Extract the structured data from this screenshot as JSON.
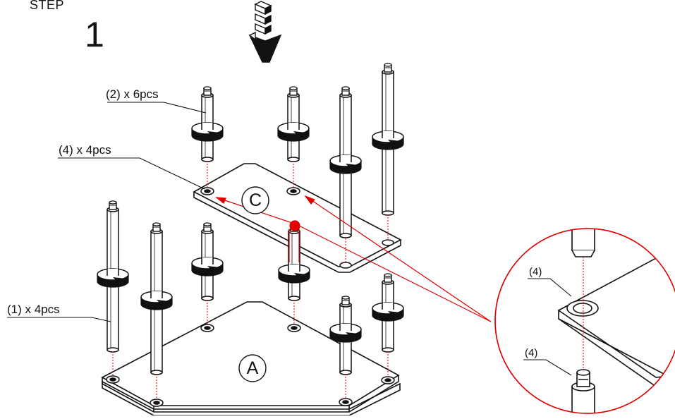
{
  "step": {
    "word": "STEP",
    "number": "1"
  },
  "callouts": {
    "part2": "(2) x 6pcs",
    "part4": "(4) x 4pcs",
    "part1": "(1) x 4pcs"
  },
  "plates": {
    "upper": "C",
    "lower": "A"
  },
  "detail": {
    "washer_top": "(4)",
    "washer_bottom": "(4)"
  },
  "colors": {
    "ink": "#111111",
    "leader": "#e00000",
    "detail_circle": "#e00000"
  },
  "icons": {
    "direction": "down-arrow-icon"
  }
}
